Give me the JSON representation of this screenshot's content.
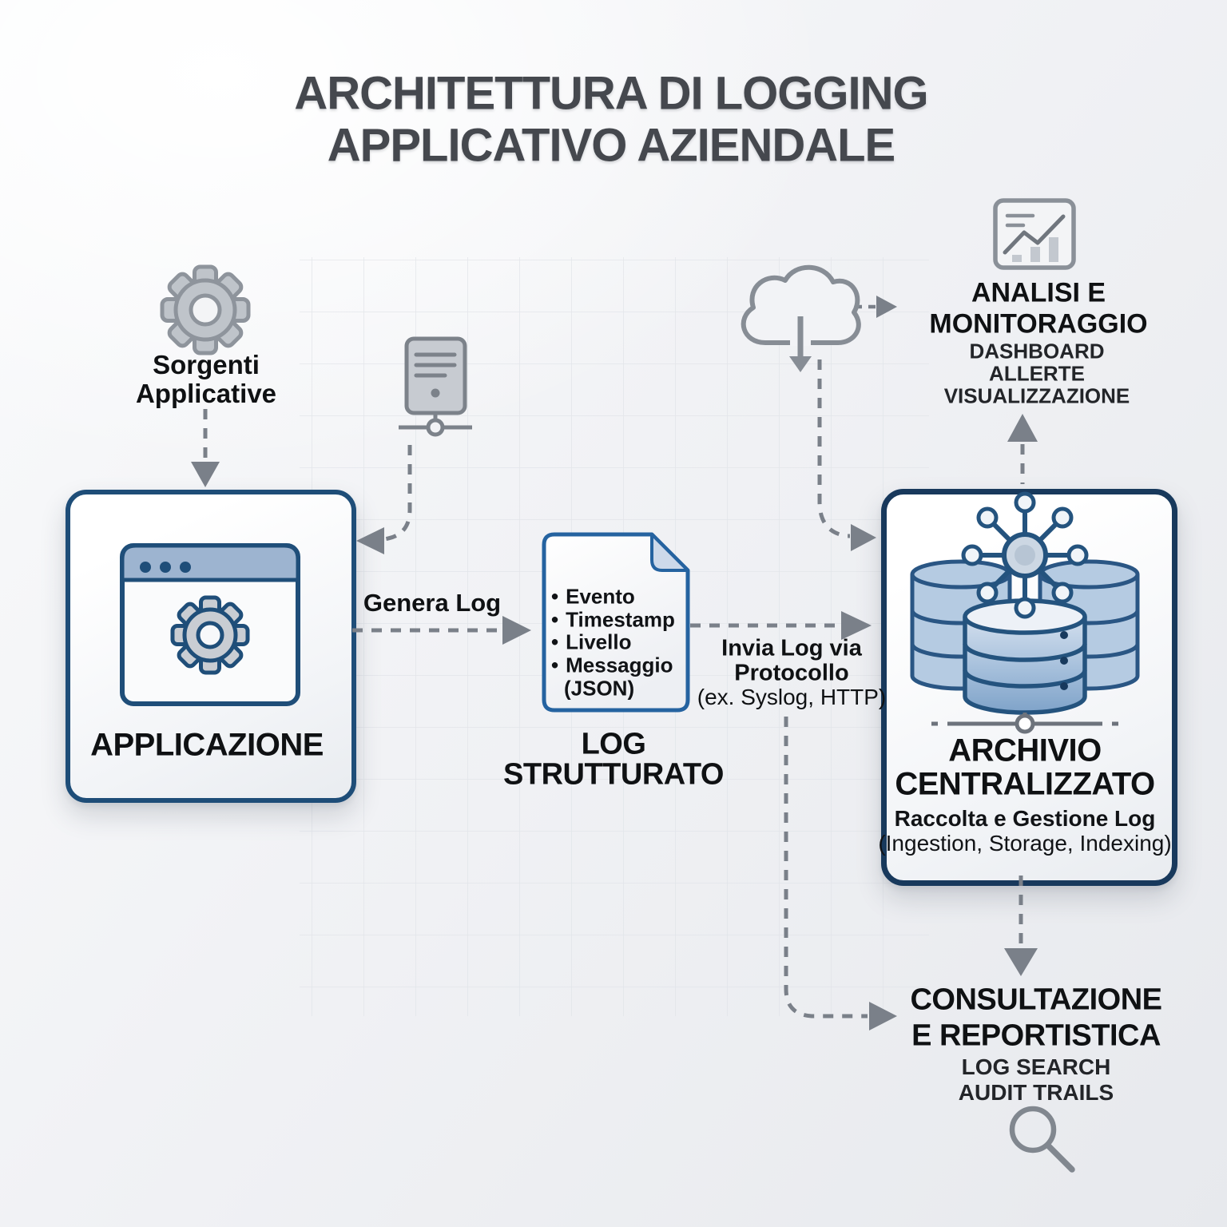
{
  "title": {
    "line1": "ARCHITETTURA DI LOGGING",
    "line2": "APPLICATIVO AZIENDALE"
  },
  "sources": {
    "line1": "Sorgenti",
    "line2": "Applicative"
  },
  "application": {
    "label": "APPLICAZIONE"
  },
  "flows": {
    "genera_log": "Genera Log",
    "invia_line1": "Invia Log via",
    "invia_line2": "Protocollo",
    "invia_line3": "(ex. Syslog, HTTP)"
  },
  "document": {
    "bullet": "•",
    "items": [
      "Evento",
      "Timestamp",
      "Livello",
      "Messaggio"
    ],
    "json_note": "(JSON)",
    "label_line1": "LOG",
    "label_line2": "STRUTTURATO"
  },
  "analisi": {
    "line1": "ANALISI E",
    "line2": "MONITORAGGIO",
    "sub1": "DASHBOARD",
    "sub2": "ALLERTE",
    "sub3": "VISUALIZZAZIONE"
  },
  "archivio": {
    "line1": "ARCHIVIO",
    "line2": "CENTRALIZZATO",
    "sub_bold": "Raccolta e Gestione Log",
    "sub_plain": "(Ingestion, Storage, Indexing)"
  },
  "consultazione": {
    "line1": "CONSULTAZIONE",
    "line2": "E REPORTISTICA",
    "sub1": "LOG SEARCH",
    "sub2": "AUDIT TRAILS"
  },
  "icons": {
    "sources": "gear-icon",
    "application": "browser-gear-icon",
    "generator": "server-icon",
    "structured_log": "document-icon",
    "transport": "cloud-download-icon",
    "analisi": "chart-icon",
    "archivio": "database-cluster-icon",
    "consultazione": "search-icon"
  },
  "colors": {
    "accent_navy": "#1e4d78",
    "box_border_dark": "#18395c",
    "doc_border": "#2563a0",
    "arrow_gray": "#7a8089",
    "icon_gray": "#8d939b",
    "db_blue_light": "#b5cbe2",
    "db_blue_mid": "#8fb0d3",
    "title_gray": "#45484e",
    "text_dark": "#0f1113"
  }
}
